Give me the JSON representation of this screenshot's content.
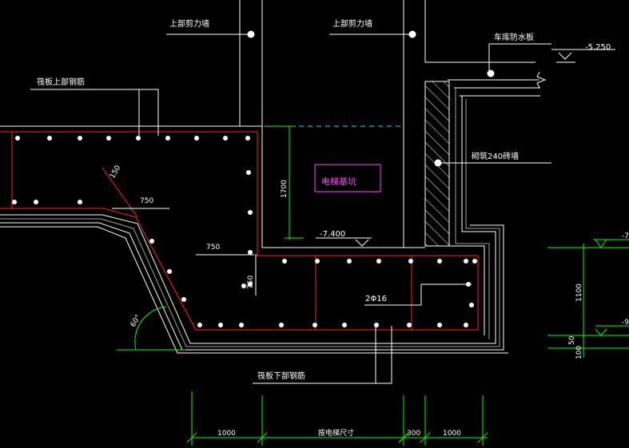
{
  "labels": {
    "upper_shear_wall_left": "上部剪力墙",
    "upper_shear_wall_right": "上部剪力墙",
    "garage_waterproof_board": "车库防水板",
    "raft_top_rebar": "筏板上部钢筋",
    "raft_bottom_rebar": "筏板下部钢筋",
    "brick_wall": "砌筑240砖墙",
    "elevator_pit": "电梯基坑",
    "rebar_2phi16": "2Φ16",
    "angle_60": "60°"
  },
  "elevations": {
    "top_right": "-5.250",
    "pit_bottom": "-7.400",
    "edge_upper": "-7",
    "edge_lower": "-9"
  },
  "dimensions": {
    "d_150": "150",
    "d_750_a": "750",
    "d_750_b": "750",
    "d_750_c": "750",
    "d_1700": "1700",
    "d_1100": "1100",
    "d_50": "50",
    "d_100": "100",
    "bottom_1000_left": "1000",
    "bottom_elevator_size": "按电梯尺寸",
    "bottom_300": "300",
    "bottom_1000_right": "1000"
  },
  "colors": {
    "background": "#000000",
    "outline": "#ffffff",
    "rebar": "#ff2020",
    "dimension": "#00ff00",
    "water_line": "#00e5ff",
    "highlight": "#ff44ff"
  }
}
